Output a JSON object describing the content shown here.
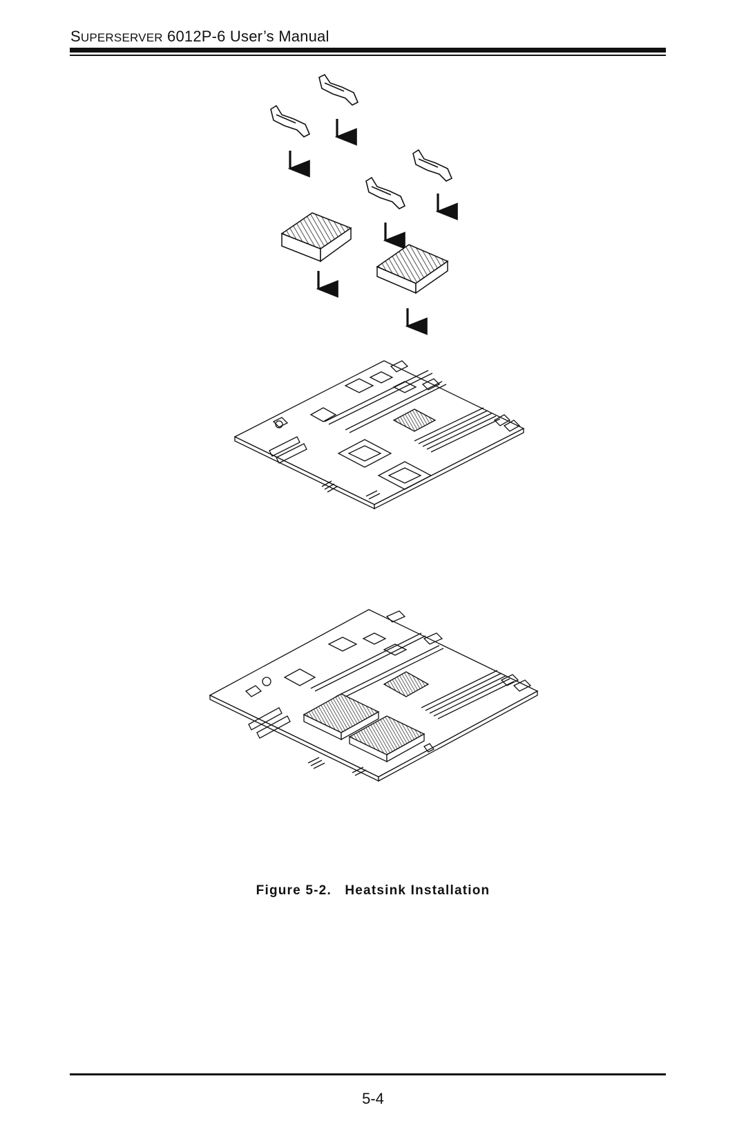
{
  "header": {
    "title_initial": "S",
    "title_smallcaps": "UPERSERVER",
    "title_rest": " 6012P-6 User’s Manual"
  },
  "figure": {
    "caption": "Figure 5-2.   Heatsink Installation"
  },
  "footer": {
    "page_number": "5-4"
  }
}
